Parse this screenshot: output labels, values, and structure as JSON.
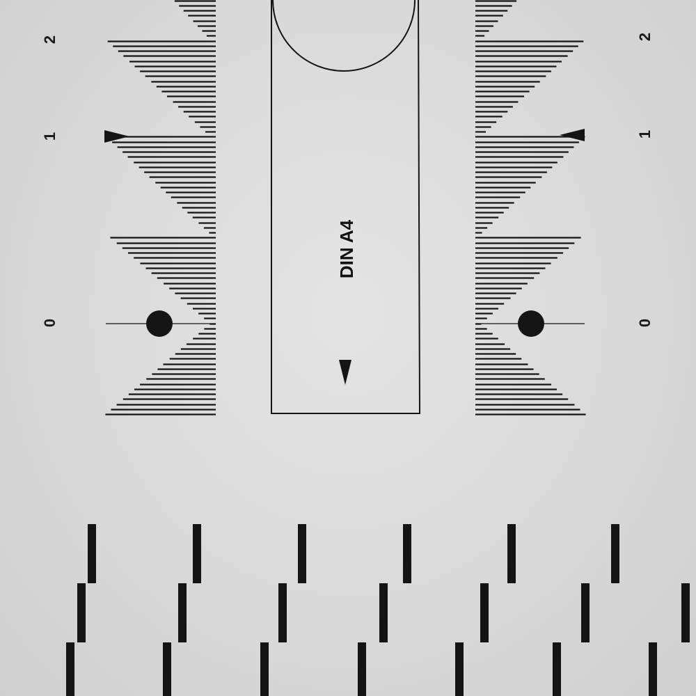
{
  "scale": {
    "labels": [
      "0",
      "1",
      "2"
    ]
  },
  "format_label": "DIN A4",
  "colors": {
    "ink": "#141414",
    "paper": "#dcdcdc"
  }
}
